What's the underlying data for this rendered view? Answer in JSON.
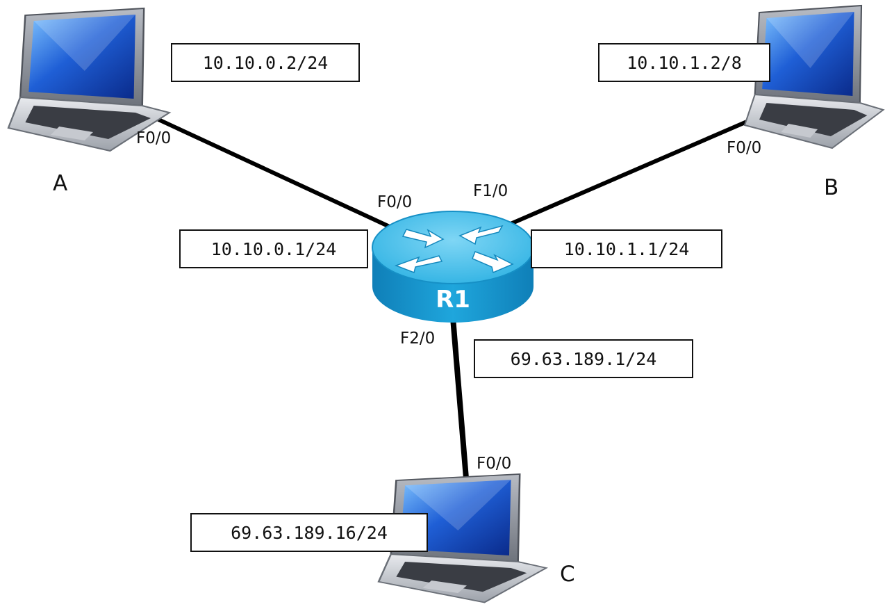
{
  "router": {
    "label": "R1",
    "body_color": "#1a9fd6",
    "top_color": "#4cc3ee"
  },
  "hosts": {
    "a": {
      "label": "A",
      "ip": "10.10.0.2/24",
      "port": "F0/0"
    },
    "b": {
      "label": "B",
      "ip": "10.10.1.2/8",
      "port": "F0/0"
    },
    "c": {
      "label": "C",
      "ip": "69.63.189.16/24",
      "port": "F0/0"
    }
  },
  "router_interfaces": {
    "f0": {
      "port": "F0/0",
      "ip": "10.10.0.1/24"
    },
    "f1": {
      "port": "F1/0",
      "ip": "10.10.1.1/24"
    },
    "f2": {
      "port": "F2/0",
      "ip": "69.63.189.1/24"
    }
  },
  "icons": {
    "laptop": "laptop-icon",
    "router": "router-icon"
  }
}
